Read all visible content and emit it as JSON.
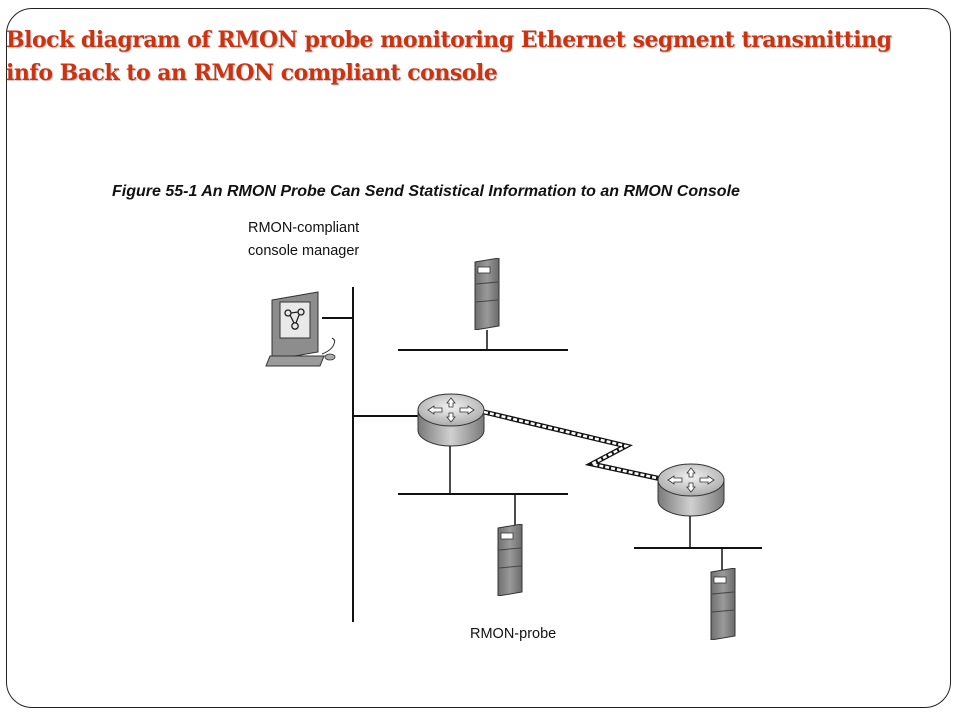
{
  "slide": {
    "title_line1": "Block diagram of RMON probe monitoring Ethernet segment transmitting",
    "title_line2": "info Back to an RMON compliant console"
  },
  "figure": {
    "caption": "Figure 55-1  An RMON Probe Can Send Statistical Information to an RMON Console",
    "console_label_line1": "RMON-compliant",
    "console_label_line2": "console manager",
    "probe_label": "RMON-probe"
  },
  "colors": {
    "title": "#cc3311",
    "server_body": "#8a8a8a",
    "router_body": "#a9a9a9",
    "line": "#111111"
  }
}
